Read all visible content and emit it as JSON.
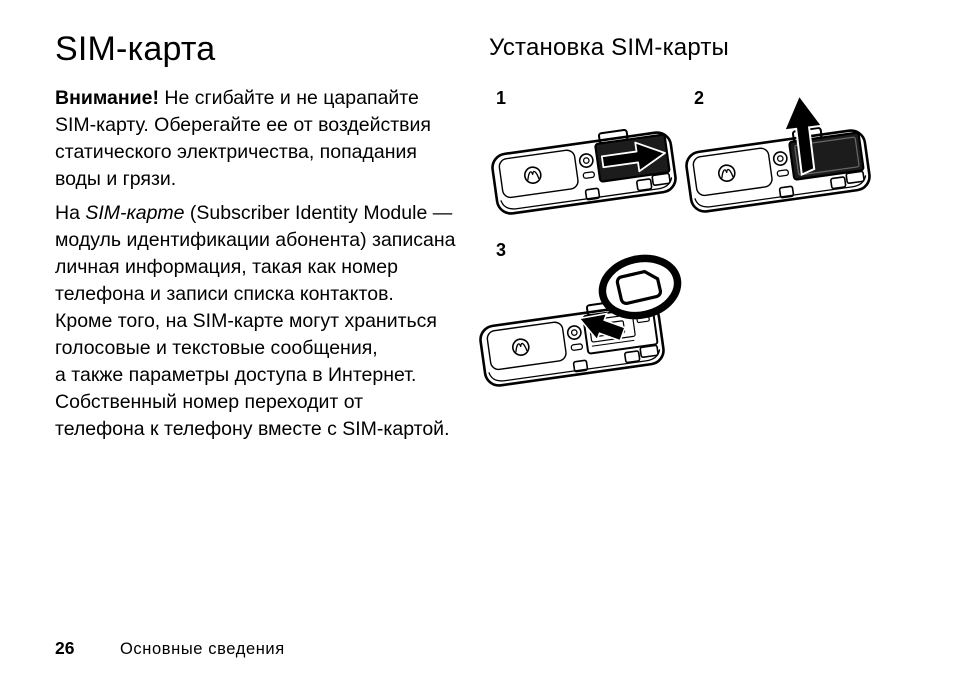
{
  "left_column": {
    "title": "SIM-карта",
    "warning": {
      "bold": "Внимание!",
      "text": " Не сгибайте и не царапайте\nSIM-карту. Оберегайте ее от воздействия\nстатического электричества, попадания\nводы и грязи."
    },
    "sim_info": {
      "prefix": "На ",
      "italic": "SIM-карте",
      "rest": " (Subscriber Identity Module —\nмодуль идентификации абонента) записана\nличная информация, такая как номер\nтелефона и записи списка контактов.\nКроме того, на SIM-карте могут храниться\nголосовые и текстовые сообщения,\nа также параметры доступа в Интернет.\nСобственный номер переходит от\nтелефона к телефону вместе с SIM-картой."
    }
  },
  "right_column": {
    "heading": "Установка SIM-карты",
    "figures": [
      {
        "number": "1",
        "icon": "phone-back-slide-sim-arrow-right"
      },
      {
        "number": "2",
        "icon": "phone-back-lift-battery-arrow-up"
      },
      {
        "number": "3",
        "icon": "phone-back-sim-card-magnified"
      }
    ]
  },
  "footer": {
    "page_number": "26",
    "chapter": "Основные сведения"
  },
  "colors": {
    "ink": "#000000",
    "well_fill": "#1c1c1c",
    "paper": "#ffffff"
  }
}
